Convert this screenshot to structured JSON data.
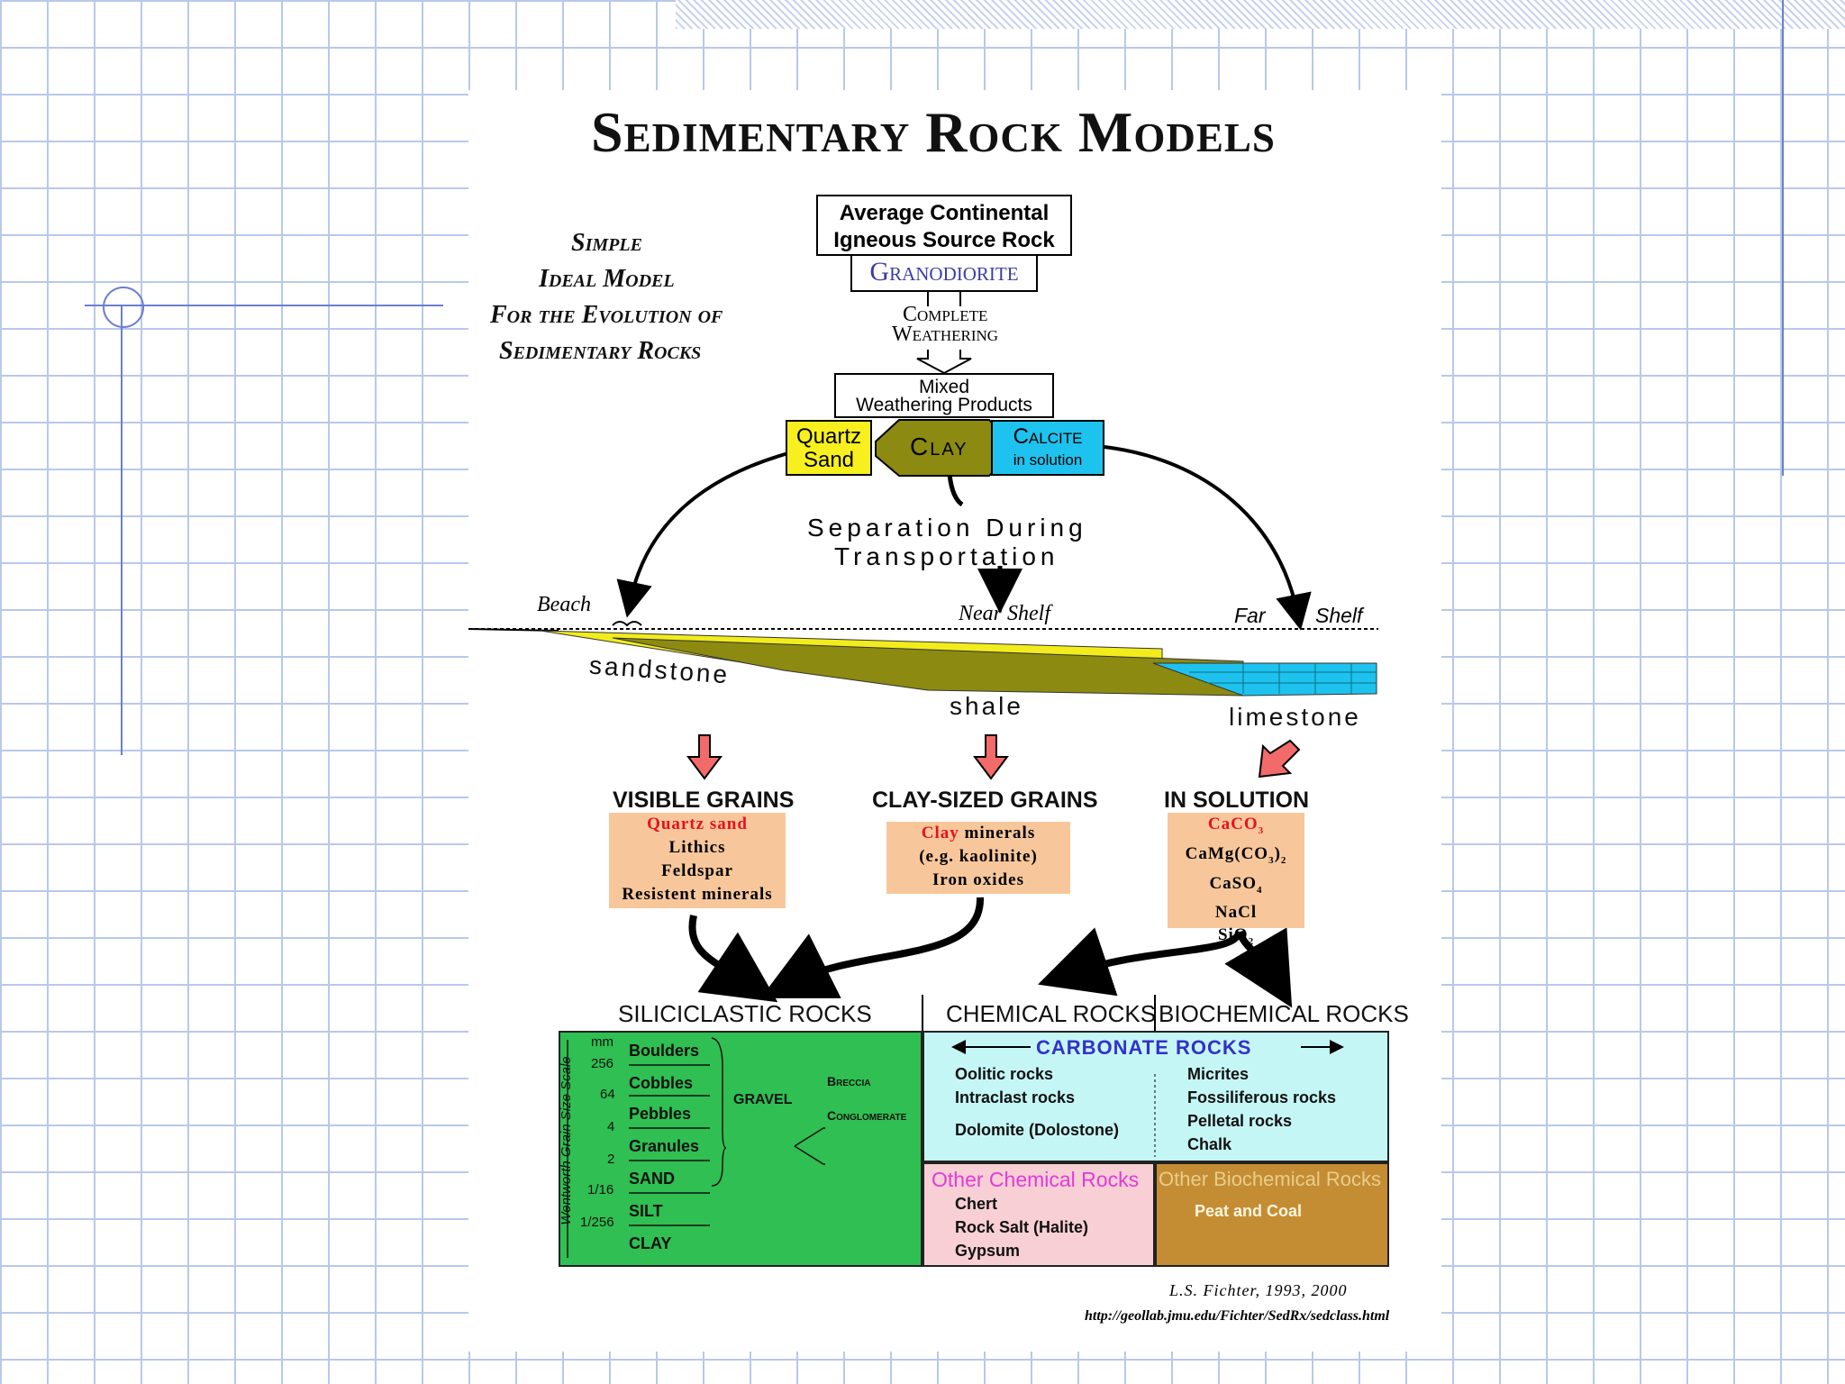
{
  "title": "Sedimentary Rock Models",
  "model_caption": [
    "Simple",
    "Ideal Model",
    "For the Evolution of",
    "Sedimentary Rocks"
  ],
  "source_rock": {
    "line1": "Average Continental",
    "line2": "Igneous Source Rock",
    "name": "Granodiorite"
  },
  "weathering": {
    "line1": "Complete",
    "line2": "Weathering"
  },
  "mixed": {
    "line1": "Mixed",
    "line2": "Weathering Products"
  },
  "products": {
    "quartz1": "Quartz",
    "quartz2": "Sand",
    "clay": "Clay",
    "calcite1": "Calcite",
    "calcite2": "in solution"
  },
  "separation": {
    "line1": "Separation During",
    "line2": "Transportation"
  },
  "environments": {
    "beach": "Beach",
    "near": "Near Shelf",
    "far": "Far",
    "shelf": "Shelf"
  },
  "strata": {
    "sandstone": "sandstone",
    "shale": "shale",
    "limestone": "limestone"
  },
  "categories": {
    "visible": {
      "title": "VISIBLE GRAINS",
      "items": [
        "Quartz sand",
        "Lithics",
        "Feldspar",
        "Resistent minerals"
      ]
    },
    "clay": {
      "title": "CLAY-SIZED GRAINS",
      "items": [
        "Clay",
        "minerals",
        "(e.g. kaolinite)",
        "Iron oxides"
      ]
    },
    "solution": {
      "title": "IN SOLUTION",
      "items": [
        "CaCO",
        "CaMg(CO",
        ")",
        "CaSO",
        "NaCl",
        "SiO"
      ]
    }
  },
  "rock_headers": {
    "siliciclastic": "SILICICLASTIC ROCKS",
    "chemical": "CHEMICAL ROCKS",
    "biochemical": "BIOCHEMICAL ROCKS"
  },
  "siliciclastic": {
    "scale_label": "Wentworth Grain Size Scale",
    "unit": "mm",
    "sizes": [
      "256",
      "64",
      "4",
      "2",
      "1/16",
      "1/256"
    ],
    "classes": [
      "Boulders",
      "Cobbles",
      "Pebbles",
      "Granules",
      "SAND",
      "SILT",
      "CLAY"
    ],
    "gravel": "GRAVEL",
    "breccia": "Breccia",
    "conglomerate": "Conglomerate"
  },
  "carbonate": {
    "title": "CARBONATE ROCKS",
    "chemical": [
      "Oolitic rocks",
      "Intraclast rocks",
      "Dolomite (Dolostone)"
    ],
    "biochemical": [
      "Micrites",
      "Fossiliferous rocks",
      "Pelletal rocks",
      "Chalk"
    ]
  },
  "other_chemical": {
    "title": "Other Chemical Rocks",
    "items": [
      "Chert",
      "Rock Salt (Halite)",
      "Gypsum"
    ]
  },
  "other_biochemical": {
    "title": "Other Biochemical Rocks",
    "items": [
      "Peat and Coal"
    ]
  },
  "credit": "L.S. Fichter, 1993, 2000",
  "url": "http://geollab.jmu.edu/Fichter/SedRx/sedclass.html",
  "colors": {
    "quartz": "#f7f01e",
    "clay": "#8c8a10",
    "calcite": "#1ec2ee",
    "peach": "#f7c79b",
    "siliciclastic": "#2fbf52",
    "carbonate": "#c5f6f6",
    "other_chemical": "#f8cfd4",
    "other_biochemical": "#c48d34",
    "highlight_red": "#e8101e",
    "carbonate_blue": "#3232c8"
  }
}
